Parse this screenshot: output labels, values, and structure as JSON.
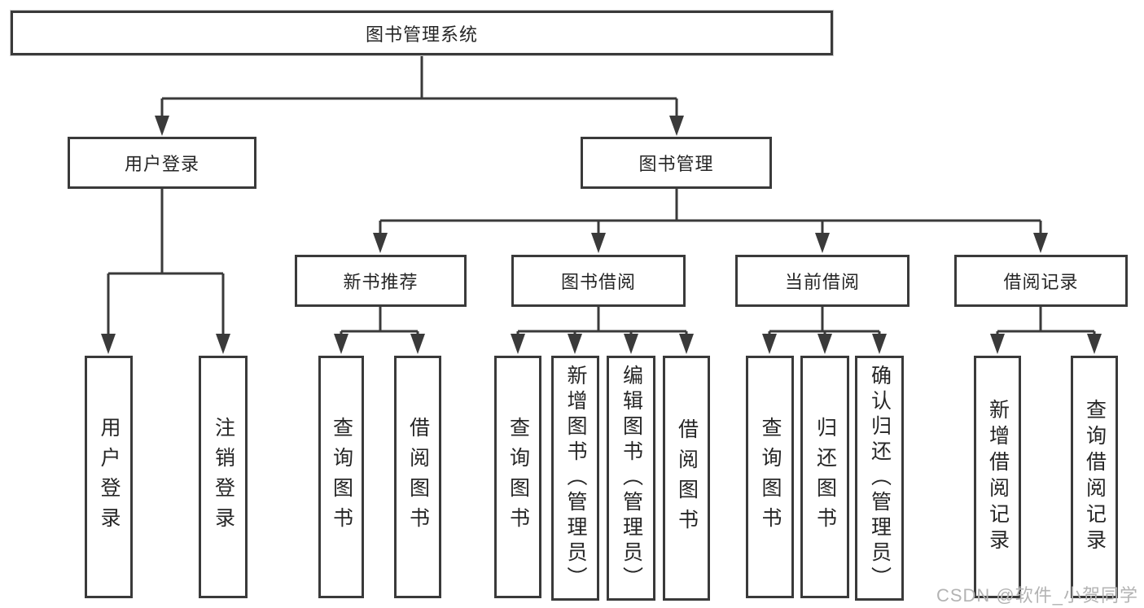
{
  "diagram": {
    "root": {
      "label": "图书管理系统"
    },
    "branches": [
      {
        "label": "用户登录",
        "children": [
          {
            "label": "用户登录"
          },
          {
            "label": "注销登录"
          }
        ]
      },
      {
        "label": "图书管理",
        "children": [
          {
            "label": "新书推荐",
            "children": [
              {
                "label": "查询图书"
              },
              {
                "label": "借阅图书"
              }
            ]
          },
          {
            "label": "图书借阅",
            "children": [
              {
                "label": "查询图书"
              },
              {
                "label": "新增图书（管理员）"
              },
              {
                "label": "编辑图书（管理员）"
              },
              {
                "label": "借阅图书"
              }
            ]
          },
          {
            "label": "当前借阅",
            "children": [
              {
                "label": "查询图书"
              },
              {
                "label": "归还图书"
              },
              {
                "label": "确认归还（管理员）"
              }
            ]
          },
          {
            "label": "借阅记录",
            "children": [
              {
                "label": "新增借阅记录"
              },
              {
                "label": "查询借阅记录"
              }
            ]
          }
        ]
      }
    ]
  },
  "watermark": {
    "text": "CSDN @软件_小贺同学"
  },
  "colors": {
    "line": "#3a3a3a",
    "box_border": "#3a3a3a",
    "text": "#262626",
    "watermark": "#b3b3b3",
    "background": "#ffffff"
  }
}
